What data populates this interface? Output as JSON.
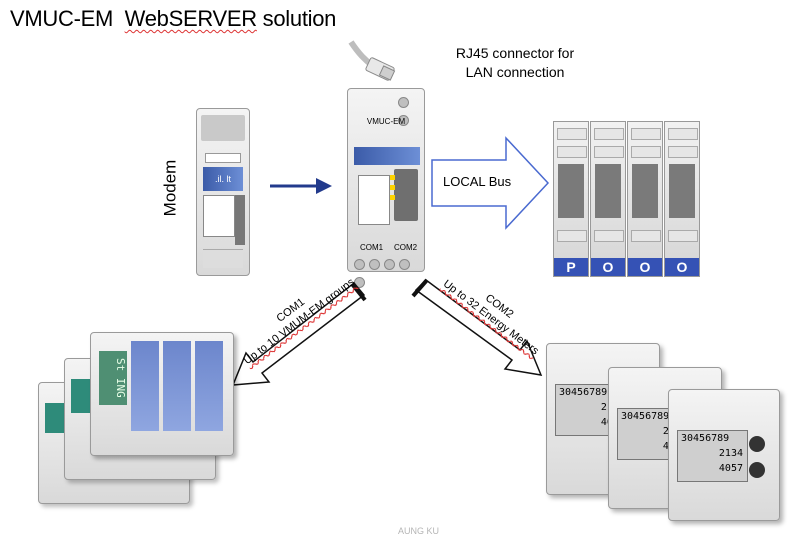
{
  "title": {
    "part1": "VMUC-EM",
    "part2": "WebSERVER",
    "part3": "solution"
  },
  "notes": {
    "rj45_line1": "RJ45 connector  for",
    "rj45_line2": "LAN connection",
    "modem": "Modem",
    "local_bus": "LOCAL Bus",
    "com1_line1": "COM1",
    "com1_line2": "Up to 10 VMUM-EM groups",
    "com2_line1": "COM2",
    "com2_line2": "Up to 32 Energy Meters",
    "watermark": "AUNG KU"
  },
  "main_device": {
    "name": "VMUC-EM",
    "port1": "COM1",
    "port2": "COM2"
  },
  "modules": [
    {
      "label": "P"
    },
    {
      "label": "O"
    },
    {
      "label": "O"
    },
    {
      "label": "O"
    }
  ],
  "meters": [
    {
      "reading1": "30456789",
      "reading2": "2134",
      "reading3": "4057"
    },
    {
      "reading1": "30456789",
      "reading2": "2134",
      "reading3": "4057"
    },
    {
      "reading1": "30456789",
      "reading2": "2134",
      "reading3": "4057"
    }
  ],
  "colors": {
    "arrow": "#223a8c",
    "module_bar": "#3552b5",
    "squiggle": "#d33333"
  }
}
